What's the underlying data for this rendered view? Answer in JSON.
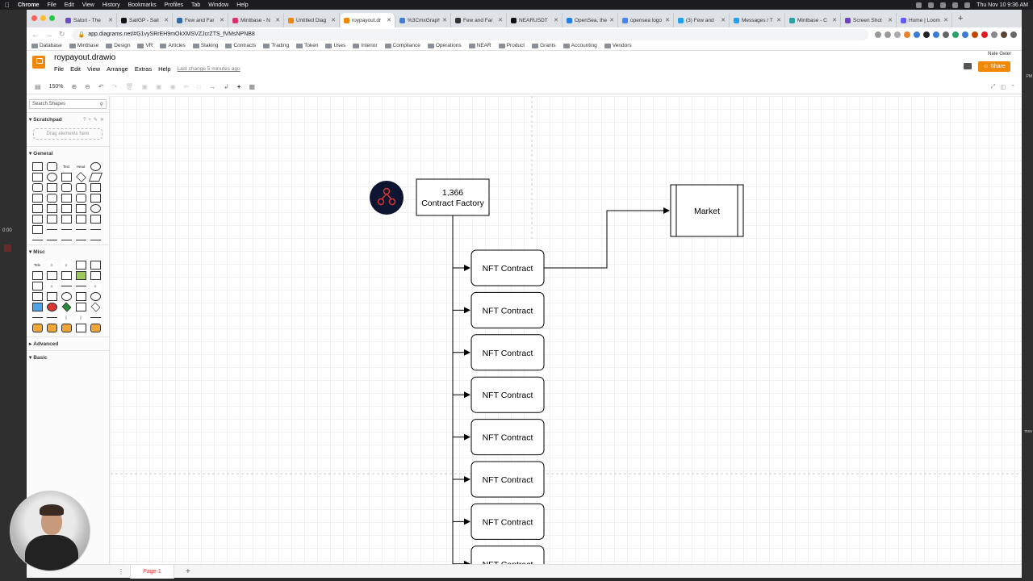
{
  "os_menubar": {
    "app": "Chrome",
    "items": [
      "File",
      "Edit",
      "View",
      "History",
      "Bookmarks",
      "Profiles",
      "Tab",
      "Window",
      "Help"
    ],
    "clock": "Thu Nov 10  9:36 AM"
  },
  "tabs": [
    {
      "title": "Satori - The",
      "color": "#6b4cc7"
    },
    {
      "title": "SailGP - Sail",
      "color": "#111111"
    },
    {
      "title": "Few and Far",
      "color": "#2b6cb0"
    },
    {
      "title": "Mintbase - N",
      "color": "#d6336c"
    },
    {
      "title": "Untitled Diag",
      "color": "#f08705"
    },
    {
      "title": "roypayout.dr",
      "color": "#f08705",
      "active": true
    },
    {
      "title": "%3CmxGraph",
      "color": "#3f7fd9"
    },
    {
      "title": "Few and Far",
      "color": "#333333"
    },
    {
      "title": "NEARUSDT",
      "color": "#111111"
    },
    {
      "title": "OpenSea, the",
      "color": "#2081e2"
    },
    {
      "title": "opensea logo",
      "color": "#4285f4"
    },
    {
      "title": "(3) Few and",
      "color": "#1da1f2"
    },
    {
      "title": "Messages / T",
      "color": "#1da1f2"
    },
    {
      "title": "Mintbase - C",
      "color": "#2aa0a0"
    },
    {
      "title": "Screen Shot",
      "color": "#6f42c1"
    },
    {
      "title": "Home | Loom",
      "color": "#625df5"
    }
  ],
  "address": {
    "url": "app.diagrams.net/#G1vySRrEH9mOkXMSVZJcrZTS_fVMsNPNB8"
  },
  "bookmarks": [
    "Database",
    "Mintbase",
    "Design",
    "VR",
    "Articles",
    "Staking",
    "Contracts",
    "Trading",
    "Token",
    "Uses",
    "Interior",
    "Compliance",
    "Operations",
    "NEAR",
    "Product",
    "Grants",
    "Accounting",
    "Vendors"
  ],
  "drawio": {
    "doc_title": "roypayout.drawio",
    "menu": [
      "File",
      "Edit",
      "View",
      "Arrange",
      "Extras",
      "Help"
    ],
    "last_change": "Last change 5 minutes ago",
    "user": "Nate Geier",
    "share_label": "Share",
    "zoom": "150%"
  },
  "sidebar": {
    "search_placeholder": "Search Shapes",
    "scratchpad": "Scratchpad",
    "drag_hint": "Drag elements here",
    "sections": [
      "General",
      "Misc",
      "Advanced",
      "Basic"
    ]
  },
  "diagram": {
    "factory": {
      "count": "1,366",
      "label": "Contract Factory"
    },
    "market": "Market",
    "nft_labels": [
      "NFT Contract",
      "NFT Contract",
      "NFT Contract",
      "NFT Contract",
      "NFT Contract",
      "NFT Contract",
      "NFT Contract",
      "NFT Contract"
    ]
  },
  "pages": {
    "current": "Page-1"
  },
  "recording": {
    "timer": "0:00"
  }
}
